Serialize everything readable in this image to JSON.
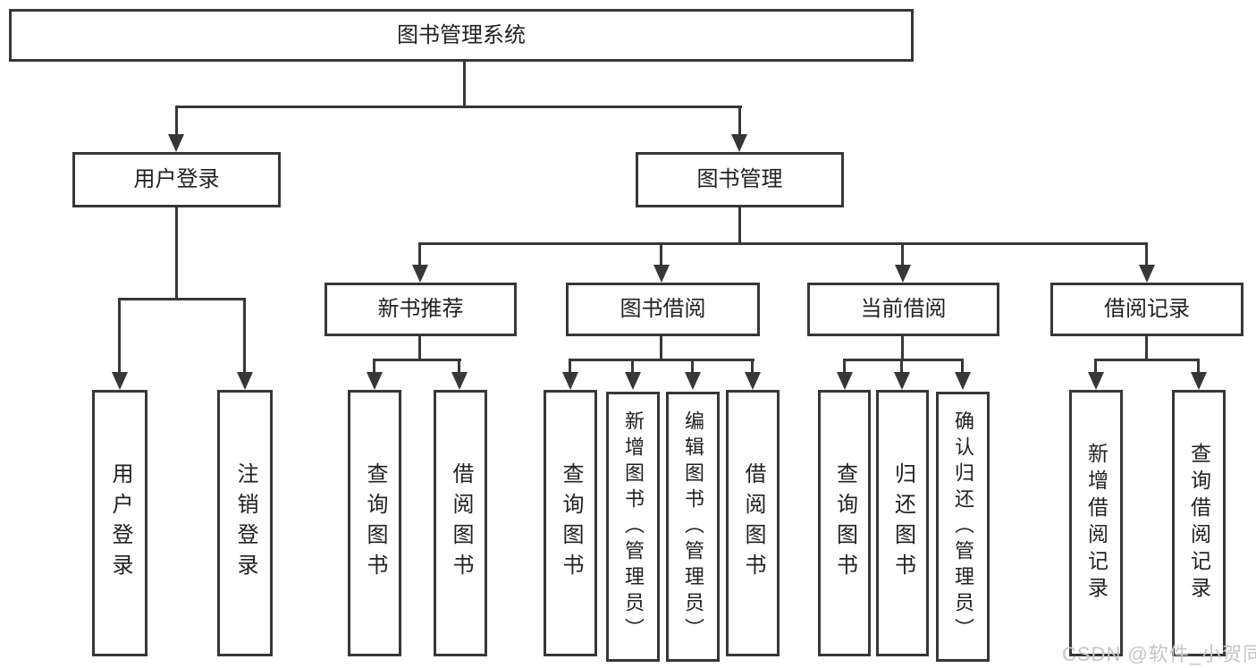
{
  "tree": {
    "root": {
      "label": "图书管理系统"
    },
    "branches": [
      {
        "label": "用户登录",
        "children": [
          "用户登录",
          "注销登录"
        ]
      },
      {
        "label": "图书管理",
        "sections": [
          {
            "label": "新书推荐",
            "children": [
              "查询图书",
              "借阅图书"
            ]
          },
          {
            "label": "图书借阅",
            "children": [
              "查询图书",
              "新增图书（管理员）",
              "编辑图书（管理员）",
              "借阅图书"
            ]
          },
          {
            "label": "当前借阅",
            "children": [
              "查询图书",
              "归还图书",
              "确认归还（管理员）"
            ]
          },
          {
            "label": "借阅记录",
            "children": [
              "新增借阅记录",
              "查询借阅记录"
            ]
          }
        ]
      }
    ]
  },
  "watermark": {
    "text": "CSDN @软件_小贺同学"
  },
  "colors": {
    "line": "#373737",
    "text": "#212121",
    "background": "#ffffff",
    "watermark": "#c6c6c6"
  }
}
